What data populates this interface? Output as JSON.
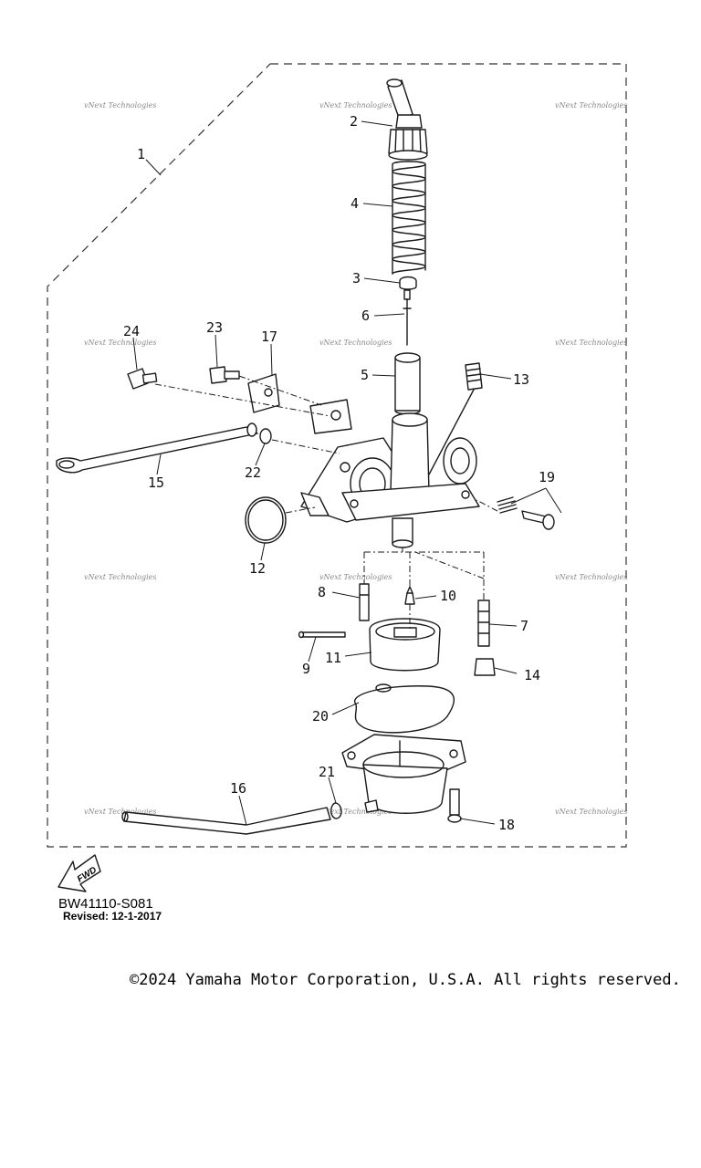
{
  "parts": [
    {
      "num": "1"
    },
    {
      "num": "2"
    },
    {
      "num": "3"
    },
    {
      "num": "4"
    },
    {
      "num": "5"
    },
    {
      "num": "6"
    },
    {
      "num": "7"
    },
    {
      "num": "8"
    },
    {
      "num": "9"
    },
    {
      "num": "10"
    },
    {
      "num": "11"
    },
    {
      "num": "12"
    },
    {
      "num": "13"
    },
    {
      "num": "14"
    },
    {
      "num": "15"
    },
    {
      "num": "16"
    },
    {
      "num": "17"
    },
    {
      "num": "18"
    },
    {
      "num": "19"
    },
    {
      "num": "20"
    },
    {
      "num": "21"
    },
    {
      "num": "22"
    },
    {
      "num": "23"
    },
    {
      "num": "24"
    }
  ],
  "watermark": "vNext Technologies",
  "fwd_label": "FWD",
  "diagram_code": "BW41110-S081",
  "revised": "Revised: 12-1-2017",
  "copyright": "©2024 Yamaha Motor Corporation, U.S.A. All rights reserved."
}
